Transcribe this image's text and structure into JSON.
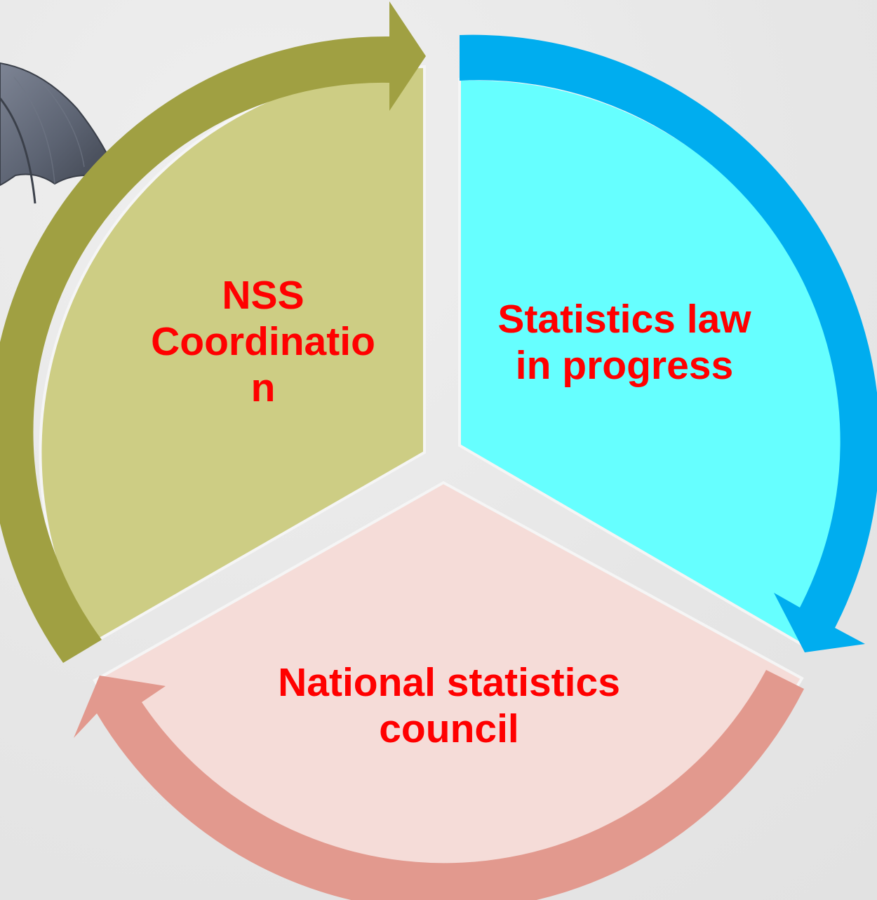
{
  "diagram": {
    "type": "cycle",
    "segments": [
      {
        "id": "nss",
        "label": "NSS\nCoordinatio\nn",
        "fill_color": "#cdcd84",
        "arrow_color": "#a0a042",
        "text_color": "#ff0000"
      },
      {
        "id": "law",
        "label": "Statistics law\nin progress",
        "fill_color": "#66ffff",
        "arrow_color": "#00adef",
        "text_color": "#ff0000"
      },
      {
        "id": "council",
        "label": "National statistics\ncouncil",
        "fill_color": "#f5dcd8",
        "arrow_color": "#e2998e",
        "text_color": "#ff0000"
      }
    ],
    "decoration": {
      "icon": "umbrella-icon",
      "color": "#5f6674"
    }
  }
}
